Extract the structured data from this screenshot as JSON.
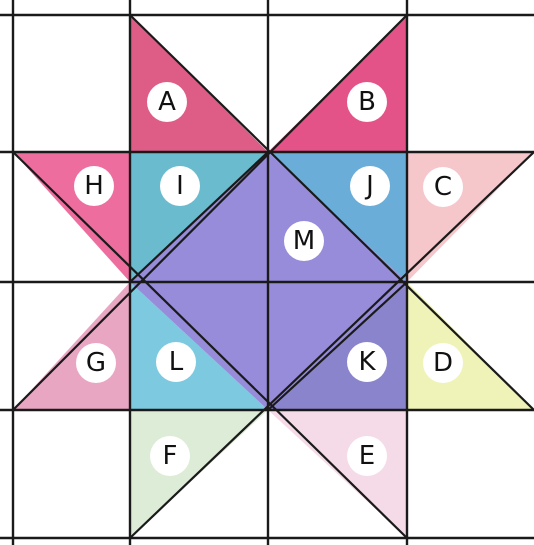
{
  "labels": {
    "A": "A",
    "B": "B",
    "C": "C",
    "D": "D",
    "E": "E",
    "F": "F",
    "G": "G",
    "H": "H",
    "I": "I",
    "J": "J",
    "K": "K",
    "L": "L",
    "M": "M"
  },
  "colors": {
    "A": "#d94b7a",
    "B": "#e0407a",
    "C": "#f4c0c4",
    "D": "#eef2b0",
    "E": "#f3d7e4",
    "F": "#d9ead2",
    "G": "#e79cbc",
    "H": "#eb5e93",
    "I": "#5bb4c9",
    "J": "#5aa4d4",
    "K": "#7d77c8",
    "L": "#6ec3dd",
    "M": "#8c7fd6"
  }
}
